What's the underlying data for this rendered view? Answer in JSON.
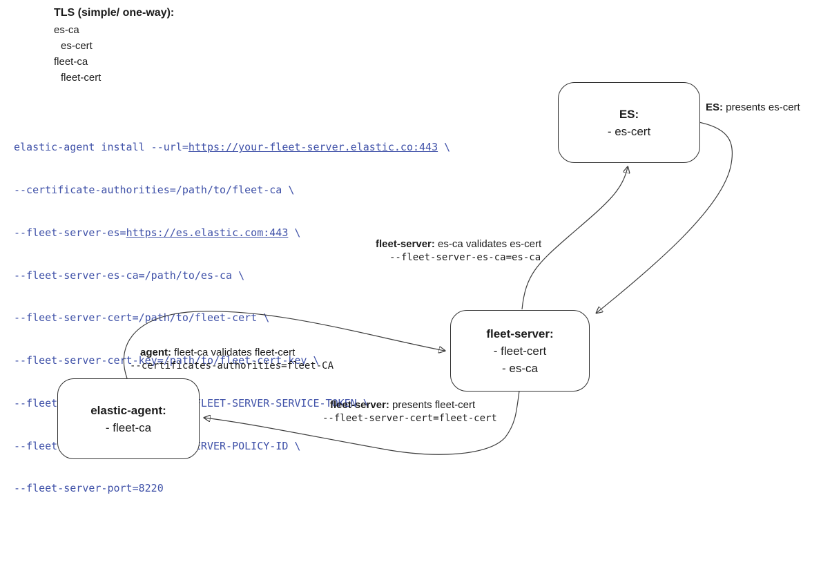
{
  "diagram": {
    "legend": {
      "title": "TLS (simple/ one-way):",
      "items": [
        "es-ca",
        "es-cert",
        "fleet-ca",
        "fleet-cert"
      ]
    },
    "code": {
      "lines": [
        {
          "pre": "elastic-agent install --url=",
          "link": "https://your-fleet-server.elastic.co:443",
          "post": " \\"
        },
        {
          "text": "--certificate-authorities=/path/to/fleet-ca \\"
        },
        {
          "pre": "--fleet-server-es=",
          "link": "https://es.elastic.com:443",
          "post": " \\"
        },
        {
          "text": "--fleet-server-es-ca=/path/to/es-ca \\"
        },
        {
          "text": "--fleet-server-cert=/path/to/fleet-cert \\"
        },
        {
          "text": "--fleet-server-cert-key=/path/to/fleet-cert-key \\"
        },
        {
          "text": "--fleet-server-service-token=FLEET-SERVER-SERVICE-TOKEN \\"
        },
        {
          "text": "--fleet-server-policy=FLEET-SERVER-POLICY-ID \\"
        },
        {
          "text": "--fleet-server-port=8220"
        }
      ]
    },
    "nodes": {
      "es": {
        "title": "ES:",
        "item1": "- es-cert"
      },
      "fleet_server": {
        "title": "fleet-server:",
        "item1": "- fleet-cert",
        "item2": "- es-ca"
      },
      "elastic_agent": {
        "title": "elastic-agent:",
        "item1": "- fleet-ca"
      }
    },
    "edge_labels": {
      "es_presents": {
        "bold": "ES:",
        "rest": " presents es-cert"
      },
      "fs_validates": {
        "bold": "fleet-server:",
        "rest": " es-ca validates es-cert",
        "code": "--fleet-server-es-ca=es-ca"
      },
      "agent_validates": {
        "bold": "agent:",
        "rest": " fleet-ca validates fleet-cert",
        "code": "--certificates-authorities=fleet-CA"
      },
      "fs_presents": {
        "bold": "fleet-server:",
        "rest": " presents fleet-cert",
        "code": "--fleet-server-cert=fleet-cert"
      }
    },
    "colors": {
      "code_text": "#3f51a8",
      "edge_line": "#3d3d3d",
      "box_border": "#2f2f2f",
      "text": "#1c1c1c",
      "background": "#ffffff"
    }
  }
}
